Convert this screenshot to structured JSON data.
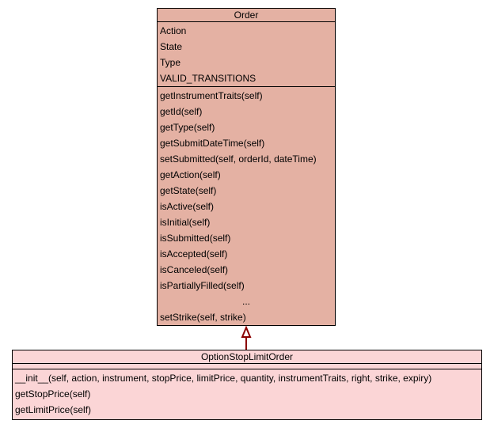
{
  "diagram": {
    "type": "uml-class-diagram",
    "colors": {
      "parent_fill": "#e4b1a3",
      "child_fill": "#fbd5d6",
      "border": "#000000",
      "inheritance_arrow": "#8b0000"
    },
    "classes": [
      {
        "name": "Order",
        "attributes": [
          "Action",
          "State",
          "Type",
          "VALID_TRANSITIONS"
        ],
        "operations": [
          "getInstrumentTraits(self)",
          "getId(self)",
          "getType(self)",
          "getSubmitDateTime(self)",
          "setSubmitted(self, orderId, dateTime)",
          "getAction(self)",
          "getState(self)",
          "isActive(self)",
          "isInitial(self)",
          "isSubmitted(self)",
          "isAccepted(self)",
          "isCanceled(self)",
          "isPartiallyFilled(self)",
          "...",
          "setStrike(self, strike)"
        ]
      },
      {
        "name": "OptionStopLimitOrder",
        "attributes": [],
        "operations": [
          "__init__(self, action, instrument, stopPrice, limitPrice, quantity, instrumentTraits, right, strike, expiry)",
          "getStopPrice(self)",
          "getLimitPrice(self)"
        ]
      }
    ],
    "relations": [
      {
        "type": "generalization",
        "from": "OptionStopLimitOrder",
        "to": "Order"
      }
    ]
  }
}
